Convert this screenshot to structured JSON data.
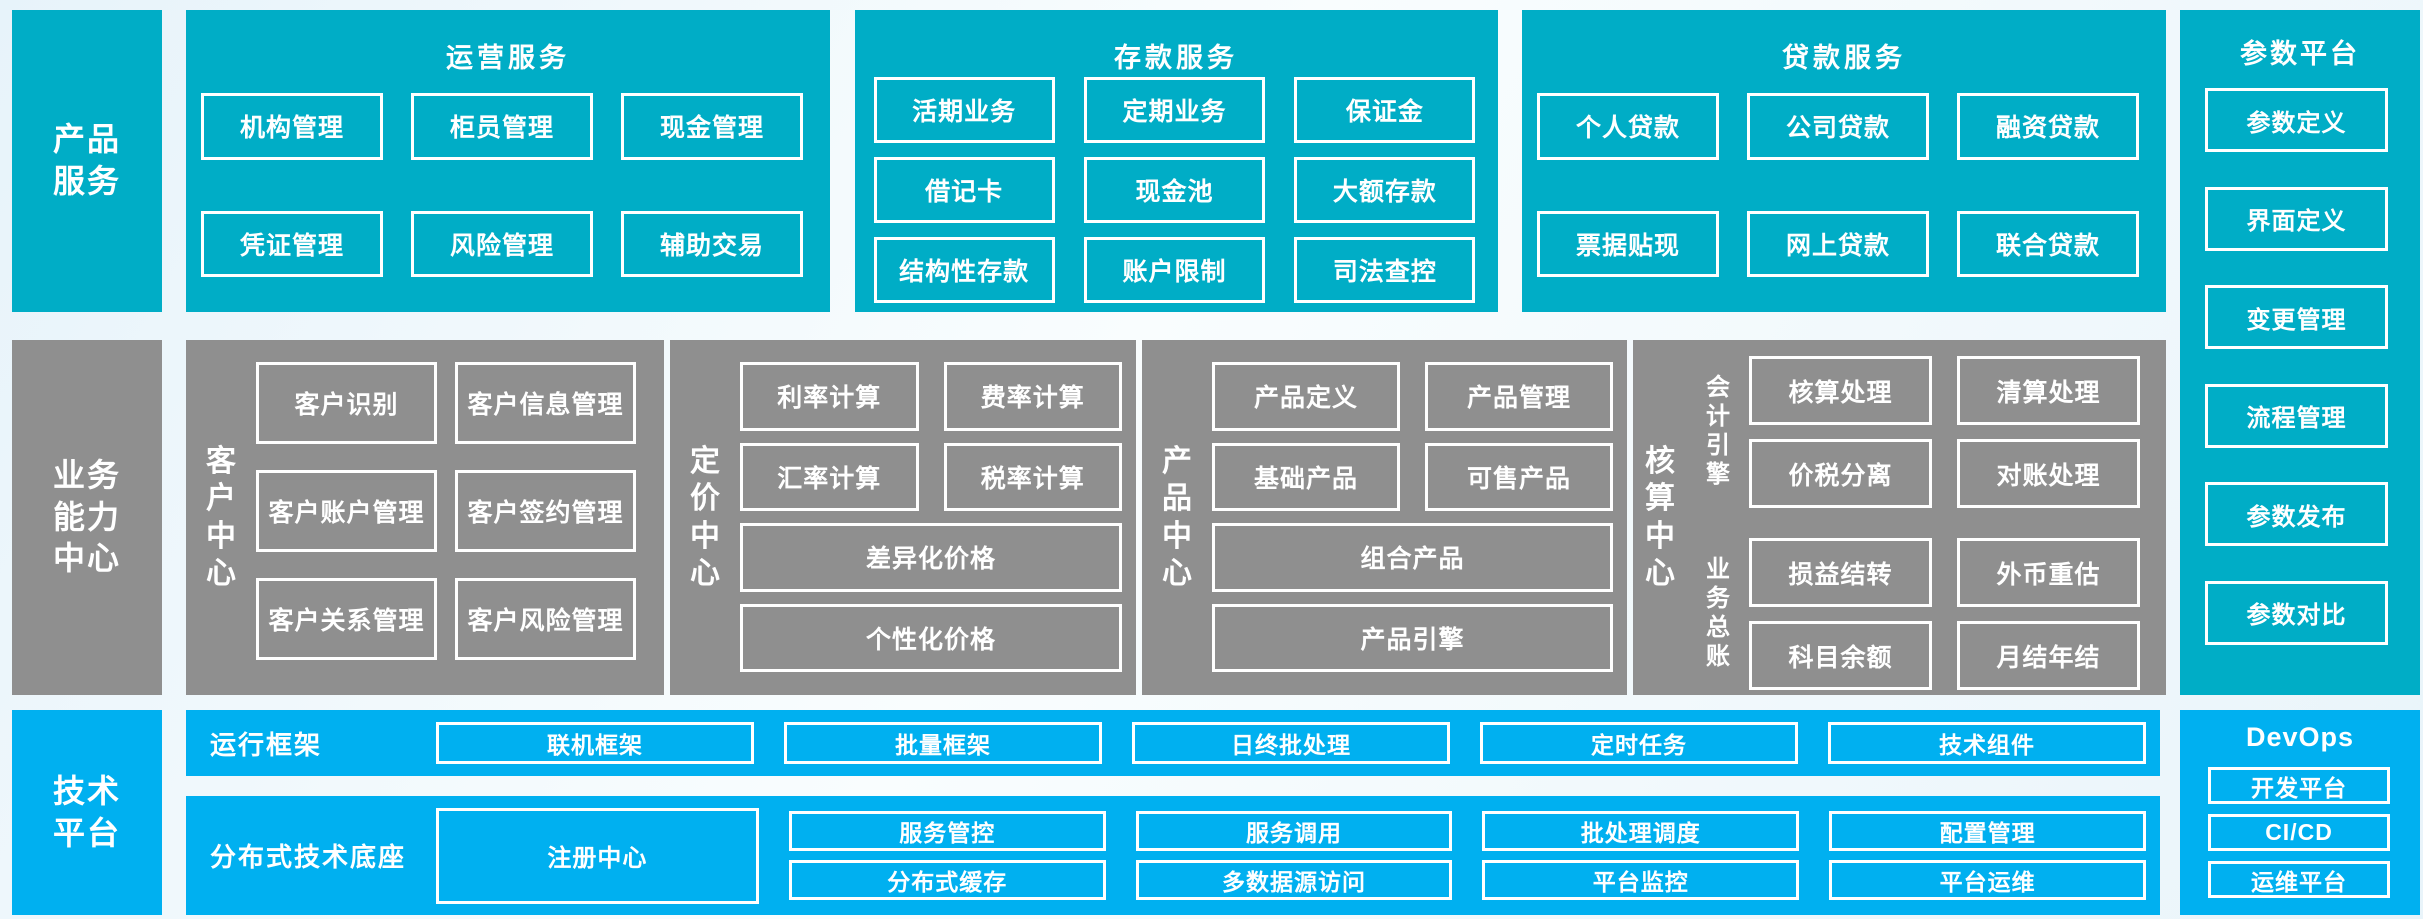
{
  "palette": {
    "teal": "#00ADC6",
    "gray": "#8F8F8F",
    "cyan": "#00B0F0",
    "text": "#FFFFFF",
    "border": "#FFFFFF"
  },
  "left_rail": {
    "product_services": "产品\n服务",
    "business_capability": "业务\n能力\n中心",
    "tech_platform": "技术\n平台"
  },
  "top_sections": [
    {
      "title": "运营服务",
      "boxes": [
        "机构管理",
        "柜员管理",
        "现金管理",
        "凭证管理",
        "风险管理",
        "辅助交易"
      ]
    },
    {
      "title": "存款服务",
      "boxes": [
        "活期业务",
        "定期业务",
        "保证金",
        "借记卡",
        "现金池",
        "大额存款",
        "结构性存款",
        "账户限制",
        "司法查控"
      ]
    },
    {
      "title": "贷款服务",
      "boxes": [
        "个人贷款",
        "公司贷款",
        "融资贷款",
        "票据贴现",
        "网上贷款",
        "联合贷款"
      ]
    }
  ],
  "parameter_platform": {
    "title": "参数平台",
    "boxes": [
      "参数定义",
      "界面定义",
      "变更管理",
      "流程管理",
      "参数发布",
      "参数对比"
    ]
  },
  "capability_sections": [
    {
      "label": "客户中心",
      "boxes": [
        "客户识别",
        "客户信息管理",
        "客户账户管理",
        "客户签约管理",
        "客户关系管理",
        "客户风险管理"
      ]
    },
    {
      "label": "定价中心",
      "boxes_grid": [
        "利率计算",
        "费率计算",
        "汇率计算",
        "税率计算"
      ],
      "boxes_wide": [
        "差异化价格",
        "个性化价格"
      ]
    },
    {
      "label": "产品中心",
      "boxes_grid": [
        "产品定义",
        "产品管理",
        "基础产品",
        "可售产品"
      ],
      "boxes_wide": [
        "组合产品",
        "产品引擎"
      ]
    },
    {
      "label": "核算中心",
      "groups": [
        {
          "label": "会计引擎",
          "boxes": [
            "核算处理",
            "清算处理",
            "价税分离",
            "对账处理"
          ]
        },
        {
          "label": "业务总账",
          "boxes": [
            "损益结转",
            "外币重估",
            "科目余额",
            "月结年结"
          ]
        }
      ]
    }
  ],
  "runtime_framework": {
    "label": "运行框架",
    "boxes": [
      "联机框架",
      "批量框架",
      "日终批处理",
      "定时任务",
      "技术组件"
    ]
  },
  "distributed_base": {
    "label": "分布式技术底座",
    "tall_box": "注册中心",
    "stacks": [
      [
        "服务管控",
        "分布式缓存"
      ],
      [
        "服务调用",
        "多数据源访问"
      ],
      [
        "批处理调度",
        "平台监控"
      ],
      [
        "配置管理",
        "平台运维"
      ]
    ]
  },
  "devops": {
    "title": "DevOps",
    "boxes": [
      "开发平台",
      "CI/CD",
      "运维平台"
    ]
  }
}
